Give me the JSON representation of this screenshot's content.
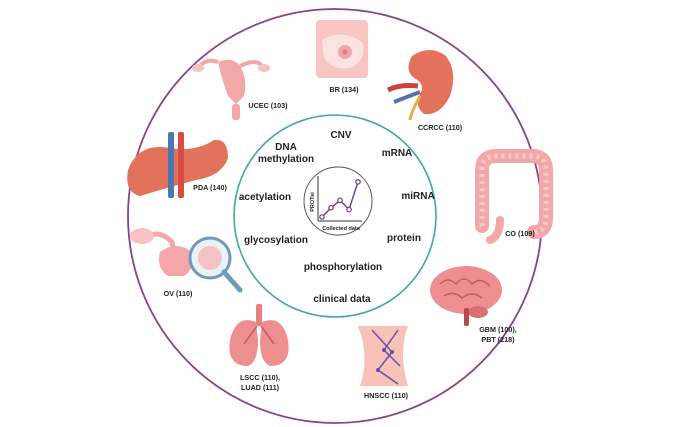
{
  "center": {
    "y_axis_label": "PROTsi",
    "x_axis_label": "Collected data",
    "line_points": [
      [
        0,
        0
      ],
      [
        1,
        0.25
      ],
      [
        2,
        0.45
      ],
      [
        3,
        0.2
      ],
      [
        4,
        0.95
      ]
    ]
  },
  "data_types": [
    {
      "id": "cnv",
      "label": "CNV"
    },
    {
      "id": "mrna",
      "label": "mRNA"
    },
    {
      "id": "mirna",
      "label": "miRNA"
    },
    {
      "id": "protein",
      "label": "protein"
    },
    {
      "id": "phosphorylation",
      "label": "phosphorylation"
    },
    {
      "id": "clinical",
      "label": "clinical data"
    },
    {
      "id": "glycosylation",
      "label": "glycosylation"
    },
    {
      "id": "acetylation",
      "label": "acetylation"
    },
    {
      "id": "dna-methylation",
      "label_line1": "DNA",
      "label_line2": "methylation"
    }
  ],
  "organs": [
    {
      "id": "br",
      "label": "BR (134)",
      "icon": "breast-icon"
    },
    {
      "id": "ccrcc",
      "label": "CCRCC (110)",
      "icon": "kidney-icon"
    },
    {
      "id": "co",
      "label": "CO (109)",
      "icon": "colon-icon"
    },
    {
      "id": "gbm",
      "label_line1": "GBM (100),",
      "label_line2": "PBT (218)",
      "icon": "brain-icon"
    },
    {
      "id": "hnscc",
      "label": "HNSCC (110)",
      "icon": "head-neck-tissue-icon"
    },
    {
      "id": "lung",
      "label_line1": "LSCC (110),",
      "label_line2": "LUAD (111)",
      "icon": "lungs-icon"
    },
    {
      "id": "ov",
      "label": "OV (110)",
      "icon": "ovary-magnifier-icon"
    },
    {
      "id": "pda",
      "label": "PDA (140)",
      "icon": "pancreas-icon"
    },
    {
      "id": "ucec",
      "label": "UCEC (103)",
      "icon": "uterus-icon"
    }
  ],
  "colors": {
    "outer_ring": "#8a3f8f",
    "inner_ring": "#3fa7a0",
    "plot_line": "#6a3a8a",
    "organ_pink": "#f4a7a9",
    "organ_red": "#e2725b"
  }
}
